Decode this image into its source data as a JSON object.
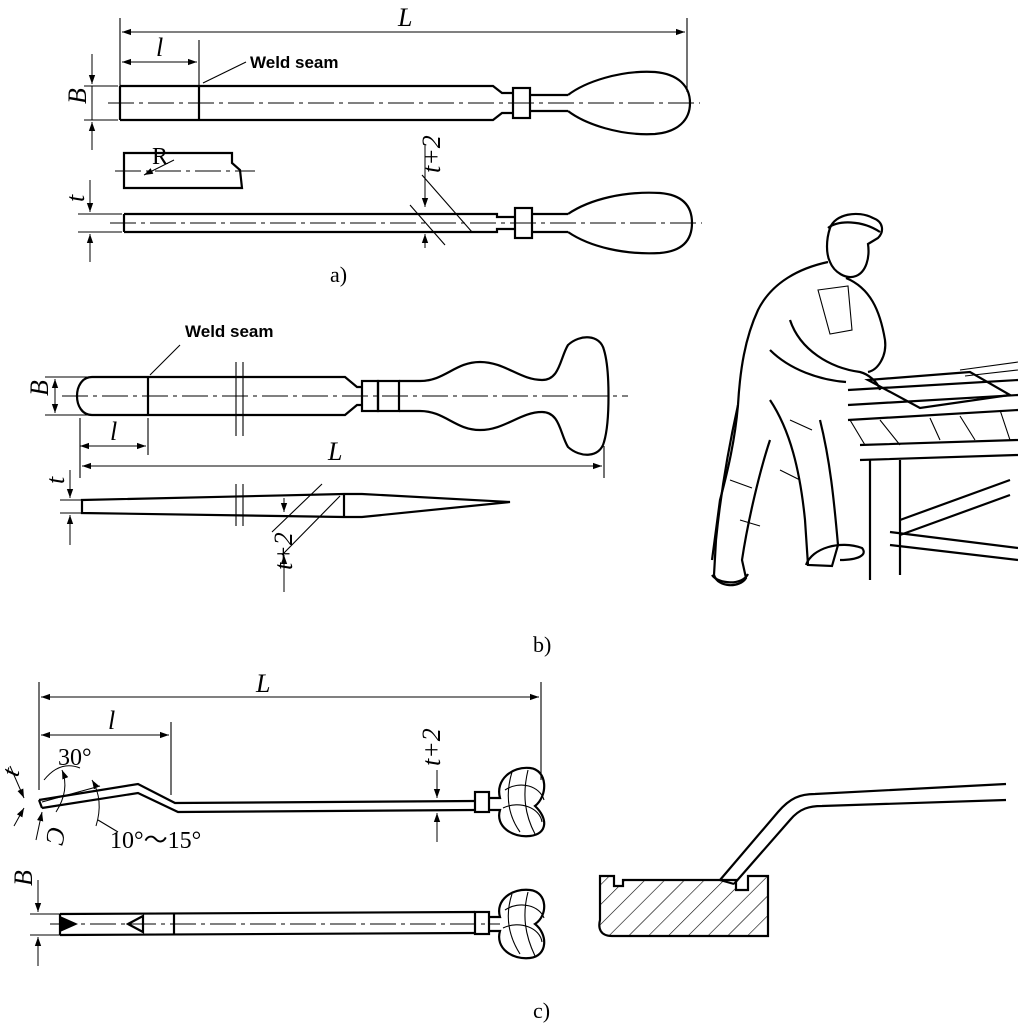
{
  "panel_a": {
    "caption": "a)",
    "dim_L": "L",
    "dim_l": "l",
    "dim_B": "B",
    "dim_t": "t",
    "dim_t2": "t+2",
    "radius": "R",
    "weld_label": "Weld seam"
  },
  "panel_b": {
    "caption": "b)",
    "dim_L": "L",
    "dim_l": "l",
    "dim_B": "B",
    "dim_t": "t",
    "dim_t2": "t+2",
    "weld_label": "Weld seam"
  },
  "panel_c": {
    "caption": "c)",
    "dim_L": "L",
    "dim_l": "l",
    "dim_B": "B",
    "dim_t": "t",
    "dim_C": "C",
    "dim_t2": "t+2",
    "angle_30": "30°",
    "angle_range": "10°～15°"
  }
}
